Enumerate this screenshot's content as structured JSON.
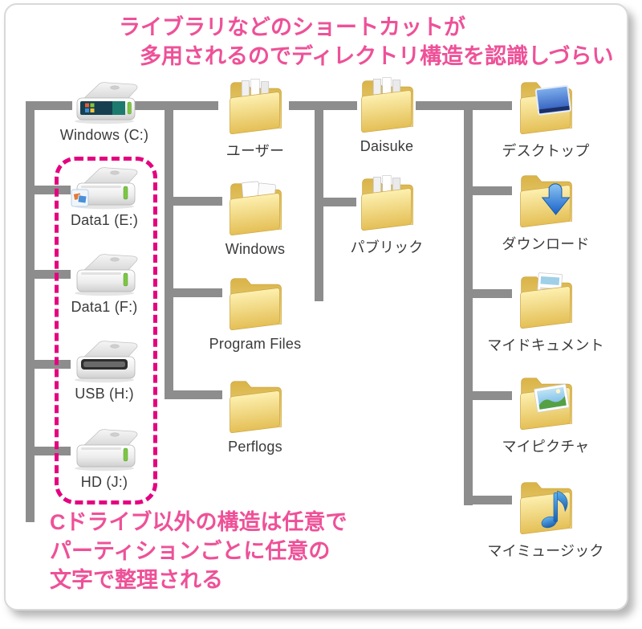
{
  "notes": {
    "top": {
      "line1": "ライブラリなどのショートカットが",
      "line2": "多用されるのでディレクトリ構造を認識しづらい"
    },
    "bottom": {
      "line1": "Cドライブ以外の構造は任意で",
      "line2": "パーティションごとに任意の",
      "line3": "文字で整理される"
    }
  },
  "tree": {
    "drives": [
      {
        "label": "Windows (C:)",
        "kind": "system-drive"
      },
      {
        "label": "Data1 (E:)",
        "kind": "data-drive-with-photo-badge"
      },
      {
        "label": "Data1 (F:)",
        "kind": "data-drive"
      },
      {
        "label": "USB (H:)",
        "kind": "usb-drive"
      },
      {
        "label": "HD (J:)",
        "kind": "data-drive"
      }
    ],
    "c_children": [
      {
        "label": "ユーザー",
        "kind": "folder-full"
      },
      {
        "label": "Windows",
        "kind": "folder-documents"
      },
      {
        "label": "Program Files",
        "kind": "folder-plain"
      },
      {
        "label": "Perflogs",
        "kind": "folder-plain"
      }
    ],
    "users_children": [
      {
        "label": "Daisuke",
        "kind": "folder-full"
      },
      {
        "label": "パブリック",
        "kind": "folder-full"
      }
    ],
    "profile_children": [
      {
        "label": "デスクトップ",
        "kind": "folder-desktop"
      },
      {
        "label": "ダウンロード",
        "kind": "folder-download"
      },
      {
        "label": "マイドキュメント",
        "kind": "folder-document"
      },
      {
        "label": "マイピクチャ",
        "kind": "folder-picture"
      },
      {
        "label": "マイミュージック",
        "kind": "folder-music"
      }
    ]
  },
  "colors": {
    "annotation_pink": "#ee5198",
    "highlight_magenta": "#e4007f",
    "tree_line_gray": "#8d8d8d",
    "label_gray": "#3a3a3a",
    "folder_yellow": "#e8c964"
  }
}
